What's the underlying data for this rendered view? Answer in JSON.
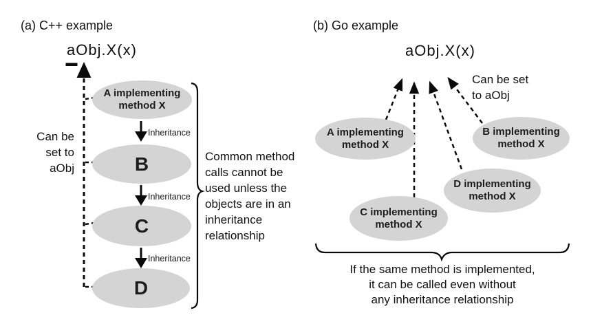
{
  "figure": {
    "left": {
      "title": "(a) C++ example",
      "call_expression": "aObj.X(x)",
      "side_label": "Can be\nset to\naObj",
      "inheritance_label": "Inheritance",
      "nodes": {
        "a": "A implementing\nmethod X",
        "b": "B",
        "c": "C",
        "d": "D"
      },
      "annotation": "Common method\ncalls cannot be\nused unless the\nobjects are in an\ninheritance\nrelationship"
    },
    "right": {
      "title": "(b) Go example",
      "call_expression": "aObj.X(x)",
      "side_label": "Can be set\nto aObj",
      "nodes": {
        "a": "A implementing\nmethod X",
        "b": "B implementing\nmethod X",
        "d": "D implementing\nmethod X",
        "c": "C implementing\nmethod X"
      },
      "caption": "If the same method is implemented,\nit can be called even without\nany inheritance relationship"
    },
    "colors": {
      "ellipse_fill": "#d4d4d4",
      "text": "#111111",
      "line": "#000000"
    }
  }
}
